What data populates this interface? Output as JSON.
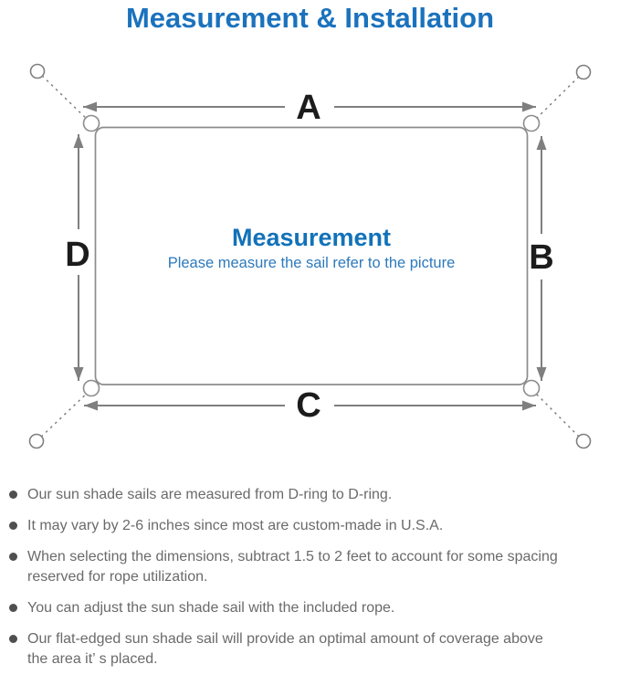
{
  "header": {
    "title": "Measurement & Installation"
  },
  "diagram": {
    "dim_top": "A",
    "dim_right": "B",
    "dim_bottom": "C",
    "dim_left": "D",
    "center_heading": "Measurement",
    "center_subheading": "Please measure the sail refer to the picture"
  },
  "colors": {
    "title_blue": "#1b72bd",
    "center_heading_blue": "#1272b9",
    "center_subheading_blue": "#2d7abc",
    "diagram_line_gray": "#7f7f7f",
    "sail_outline_gray": "#8c8c8c",
    "dim_label_black": "#1c1c1c",
    "note_text_gray": "#6a6a6a",
    "bullet_dot_gray": "#4f4f4f"
  },
  "notes": {
    "items": [
      {
        "text": "Our sun shade sails are measured from D-ring to D-ring."
      },
      {
        "text": "It may vary by 2-6 inches since most are custom-made in U.S.A."
      },
      {
        "text": "When selecting the dimensions, subtract 1.5 to 2 feet to account for some spacing\nreserved for rope utilization."
      },
      {
        "text": "You can adjust the sun shade sail with the included rope."
      },
      {
        "text": "Our flat-edged sun shade sail will provide an optimal amount of coverage above\nthe area it’ s placed."
      }
    ]
  }
}
